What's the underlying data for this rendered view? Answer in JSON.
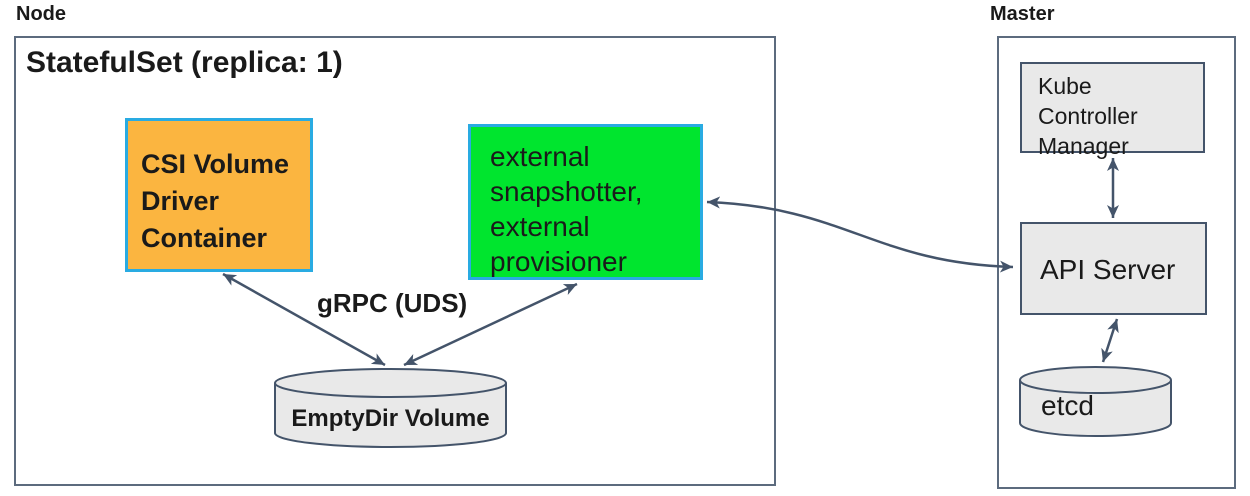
{
  "colors": {
    "arrow": "#44546A",
    "outer_border": "#5C6B7E",
    "inner_border": "#44546A",
    "csi_fill": "#FBB540",
    "csi_border": "#29ABE2",
    "ext_fill": "#00E52E",
    "ext_border": "#29ABE2",
    "gray_fill": "#E9E9E9"
  },
  "node": {
    "label": "Node",
    "statefulset_label": "StatefulSet (replica: 1)",
    "csi_box": "CSI Volume\nDriver\nContainer",
    "external_box": "external\nsnapshotter,\nexternal\nprovisioner",
    "grpc_label": "gRPC (UDS)",
    "emptydir_label": "EmptyDir Volume"
  },
  "master": {
    "label": "Master",
    "kcm_box": "Kube\nController\nManager",
    "api_box": "API Server",
    "etcd_label": "etcd"
  }
}
